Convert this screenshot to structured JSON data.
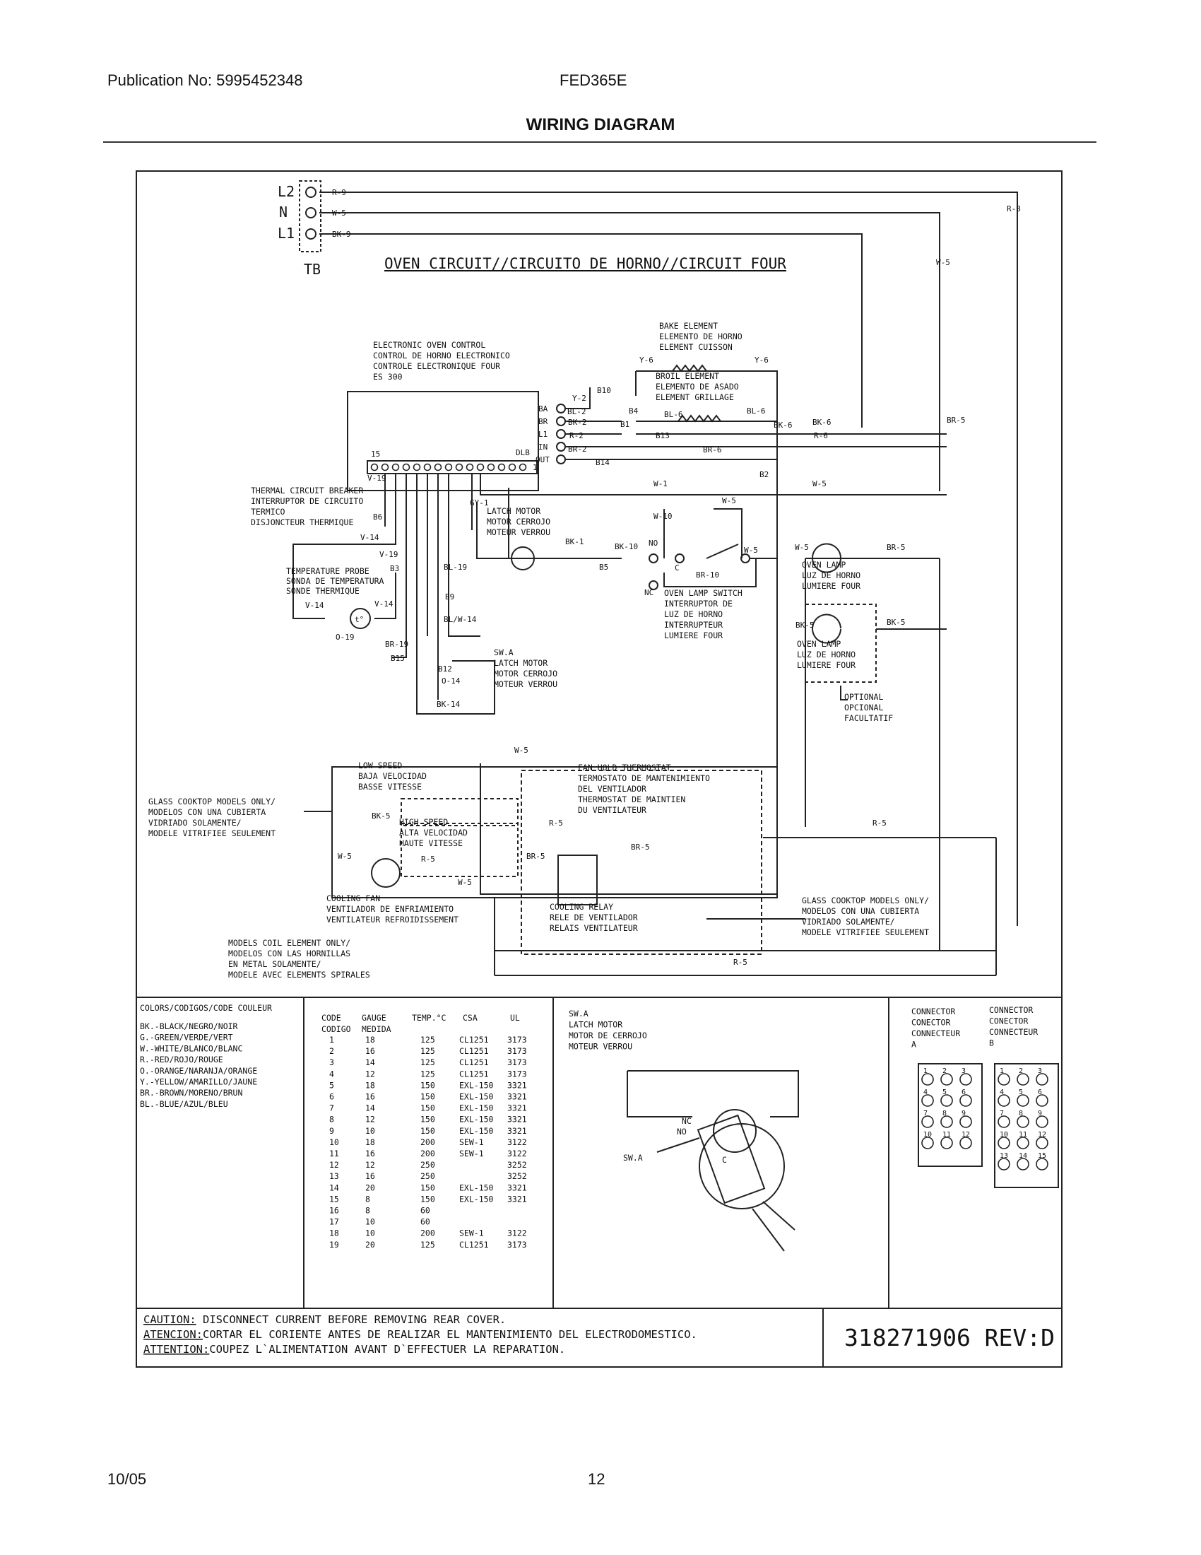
{
  "header": {
    "publication": "Publication No: 5995452348",
    "model": "FED365E",
    "title": "WIRING DIAGRAM"
  },
  "footer": {
    "date": "10/05",
    "page": "12"
  },
  "terminal_block": {
    "label": "TB",
    "terminals": [
      "L2",
      "N",
      "L1"
    ],
    "wires": [
      "R-9",
      "W-5",
      "BK-9"
    ]
  },
  "circuit_title": "OVEN CIRCUIT//CIRCUITO DE HORNO//CIRCUIT FOUR",
  "components": {
    "oven_control": [
      "ELECTRONIC OVEN CONTROL",
      "CONTROL DE HORNO ELECTRONICO",
      "CONTROLE ELECTRONIQUE FOUR",
      "ES 300"
    ],
    "bake_element": [
      "BAKE ELEMENT",
      "ELEMENTO DE HORNO",
      "ELEMENT CUISSON"
    ],
    "broil_element": [
      "BROIL ELEMENT",
      "ELEMENTO DE ASADO",
      "ELEMENT GRILLAGE"
    ],
    "thermal_breaker": [
      "THERMAL CIRCUIT BREAKER",
      "INTERRUPTOR DE CIRCUITO",
      "TERMICO",
      "DISJONCTEUR THERMIQUE"
    ],
    "temp_probe": [
      "TEMPERATURE PROBE",
      "SONDA DE TEMPERATURA",
      "SONDE THERMIQUE"
    ],
    "latch_motor": [
      "LATCH MOTOR",
      "MOTOR CERROJO",
      "MOTEUR VERROU"
    ],
    "oven_lamp_switch": [
      "OVEN LAMP SWITCH",
      "INTERRUPTOR DE",
      "LUZ DE HORNO",
      "INTERRUPTEUR",
      "LUMIERE FOUR"
    ],
    "oven_lamp": [
      "OVEN LAMP",
      "LUZ DE HORNO",
      "LUMIERE FOUR"
    ],
    "optional": [
      "OPTIONAL",
      "OPCIONAL",
      "FACULTATIF"
    ],
    "sw_a": [
      "SW.A",
      "LATCH MOTOR",
      "MOTOR CERROJO",
      "MOTEUR VERROU"
    ],
    "low_speed": [
      "LOW SPEED",
      "BAJA VELOCIDAD",
      "BASSE VITESSE"
    ],
    "high_speed": [
      "HIGH SPEED",
      "ALTA VELOCIDAD",
      "HAUTE VITESSE"
    ],
    "fan_hold": [
      "FAN HOLD THERMOSTAT",
      "TERMOSTATO DE MANTENIMIENTO",
      "DEL VENTILADOR",
      "THERMOSTAT DE MAINTIEN",
      "DU VENTILATEUR"
    ],
    "glass_note_left": [
      "GLASS COOKTOP MODELS ONLY/",
      "MODELOS CON UNA CUBIERTA",
      "VIDRIADO SOLAMENTE/",
      "MODELE VITRIFIEE SEULEMENT"
    ],
    "glass_note_right": [
      "GLASS COOKTOP MODELS ONLY/",
      "MODELOS CON UNA CUBIERTA",
      "VIDRIADO SOLAMENTE/",
      "MODELE VITRIFIEE SEULEMENT"
    ],
    "cooling_fan": [
      "COOLING FAN",
      "VENTILADOR DE ENFRIAMIENTO",
      "VENTILATEUR REFROIDISSEMENT"
    ],
    "cooling_relay": [
      "COOLING RELAY",
      "RELE DE VENTILADOR",
      "RELAIS VENTILATEUR"
    ],
    "coil_note": [
      "MODELS COIL ELEMENT ONLY/",
      "MODELOS CON LAS HORNILLAS",
      "EN METAL SOLAMENTE/",
      "MODELE AVEC ELEMENTS SPIRALES"
    ]
  },
  "control_terminals": [
    "BA",
    "BR",
    "L1",
    "IN",
    "OUT"
  ],
  "control_pins": {
    "first": "15",
    "last": "1",
    "dlb": "DLB"
  },
  "wire_labels": {
    "r8": "R-8",
    "w5_right": "W-5",
    "br5": "BR-5",
    "bk6": "BK-6",
    "r6": "R-6",
    "w5_mid": "W-5",
    "y6a": "Y-6",
    "y6b": "Y-6",
    "y2": "Y-2",
    "bl2": "BL-2",
    "bk2": "BK-2",
    "r2": "R-2",
    "br2": "BR-2",
    "b10": "B10",
    "b4": "B4",
    "b1": "B1",
    "b13": "B13",
    "b14": "B14",
    "bl6": "BL-6",
    "bl6b": "BL-6",
    "bk6b": "BK-6",
    "br6": "BR-6",
    "w1": "W-1",
    "b2": "B2",
    "w5b": "W-5",
    "w10": "W-10",
    "gy1": "GY-1",
    "bk1": "BK-1",
    "bk10": "BK-10",
    "b5": "B5",
    "no": "NO",
    "c": "C",
    "nc": "NC",
    "br10": "BR-10",
    "w5c": "W-5",
    "w5d": "W-5",
    "br5b": "BR-5",
    "bk5": "BK-5",
    "bk5b": "BK-5",
    "v19": "V-19",
    "b6": "B6",
    "v14": "V-14",
    "v19b": "V-19",
    "b3": "B3",
    "v14b": "V-14",
    "v14c": "V-14",
    "bl19": "BL-19",
    "b9": "B9",
    "blw14": "BL/W-14",
    "o19": "O-19",
    "br19": "BR-19",
    "b15": "B15",
    "b12": "B12",
    "o14": "O-14",
    "bk14": "BK-14",
    "w5e": "W-5",
    "r5": "R-5",
    "r5b": "R-5",
    "r5c": "R-5",
    "r5d": "R-5",
    "br5c": "BR-5",
    "br5d": "BR-5",
    "w5f": "W-5",
    "w5g": "W-5",
    "bk5c": "BK-5",
    "t": "t°"
  },
  "colors_table": {
    "header": "COLORS/CODIGOS/CODE COULEUR",
    "rows": [
      "BK.-BLACK/NEGRO/NOIR",
      "G.-GREEN/VERDE/VERT",
      "W.-WHITE/BLANCO/BLANC",
      "R.-RED/ROJO/ROUGE",
      "O.-ORANGE/NARANJA/ORANGE",
      "Y.-YELLOW/AMARILLO/JAUNE",
      "BR.-BROWN/MORENO/BRUN",
      "BL.-BLUE/AZUL/BLEU"
    ]
  },
  "gauge_table": {
    "headers": [
      "CODE",
      "GAUGE",
      "TEMP.°C",
      "CSA",
      "UL"
    ],
    "subheaders": [
      "CODIGO",
      "MEDIDA"
    ],
    "rows": [
      [
        "1",
        "18",
        "125",
        "CL1251",
        "3173"
      ],
      [
        "2",
        "16",
        "125",
        "CL1251",
        "3173"
      ],
      [
        "3",
        "14",
        "125",
        "CL1251",
        "3173"
      ],
      [
        "4",
        "12",
        "125",
        "CL1251",
        "3173"
      ],
      [
        "5",
        "18",
        "150",
        "EXL-150",
        "3321"
      ],
      [
        "6",
        "16",
        "150",
        "EXL-150",
        "3321"
      ],
      [
        "7",
        "14",
        "150",
        "EXL-150",
        "3321"
      ],
      [
        "8",
        "12",
        "150",
        "EXL-150",
        "3321"
      ],
      [
        "9",
        "10",
        "150",
        "EXL-150",
        "3321"
      ],
      [
        "10",
        "18",
        "200",
        "SEW-1",
        "3122"
      ],
      [
        "11",
        "16",
        "200",
        "SEW-1",
        "3122"
      ],
      [
        "12",
        "12",
        "250",
        "",
        "3252"
      ],
      [
        "13",
        "16",
        "250",
        "",
        "3252"
      ],
      [
        "14",
        "20",
        "150",
        "EXL-150",
        "3321"
      ],
      [
        "15",
        "8",
        "150",
        "EXL-150",
        "3321"
      ],
      [
        "16",
        "8",
        "60",
        "",
        ""
      ],
      [
        "17",
        "10",
        "60",
        "",
        ""
      ],
      [
        "18",
        "10",
        "200",
        "SEW-1",
        "3122"
      ],
      [
        "19",
        "20",
        "125",
        "CL1251",
        "3173"
      ]
    ]
  },
  "sw_a_detail": {
    "title": [
      "SW.A",
      "LATCH MOTOR",
      "MOTOR DE CERROJO",
      "MOTEUR VERROU"
    ],
    "label": "SW.A",
    "nc": "NC",
    "no": "NO",
    "c": "C"
  },
  "connectors": {
    "a_title": [
      "CONNECTOR",
      "CONECTOR",
      "CONNECTEUR",
      "A"
    ],
    "b_title": [
      "CONNECTOR",
      "CONECTOR",
      "CONNECTEUR",
      "B"
    ],
    "a_pins": [
      "1",
      "2",
      "3",
      "4",
      "5",
      "6",
      "7",
      "8",
      "9",
      "10",
      "11",
      "12"
    ],
    "b_pins": [
      "1",
      "2",
      "3",
      "4",
      "5",
      "6",
      "7",
      "8",
      "9",
      "10",
      "11",
      "12",
      "13",
      "14",
      "15"
    ]
  },
  "caution": {
    "en_label": "CAUTION:",
    "en_text": " DISCONNECT CURRENT BEFORE REMOVING REAR COVER.",
    "es_label": "ATENCION:",
    "es_text": "CORTAR EL CORIENTE ANTES DE REALIZAR EL MANTENIMIENTO DEL ELECTRODOMESTICO.",
    "fr_label": "ATTENTION:",
    "fr_text": "COUPEZ L`ALIMENTATION AVANT D`EFFECTUER LA REPARATION."
  },
  "part_number": "318271906 REV:D"
}
